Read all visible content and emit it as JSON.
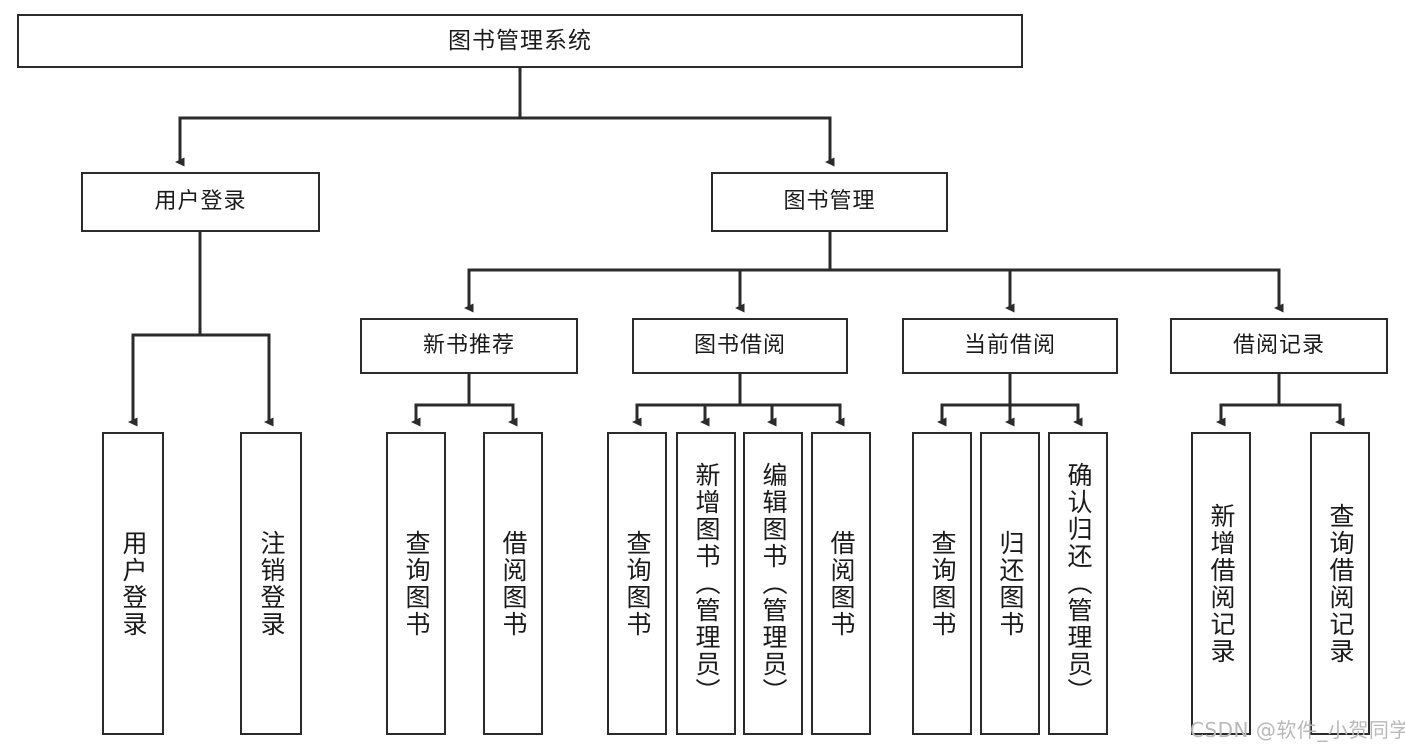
{
  "diagram": {
    "type": "tree-hierarchy",
    "title": "图书管理系统",
    "watermark": "CSDN @软件_小贺同学",
    "colors": {
      "box_border": "#2b2b2b",
      "box_fill": "#ffffff",
      "connector": "#2b2b2b",
      "text": "#1a1a1a",
      "watermark": "#b9b9b9",
      "background": "#ffffff"
    },
    "nodes": {
      "root": {
        "label": "图书管理系统"
      },
      "level2": [
        {
          "label": "用户登录"
        },
        {
          "label": "图书管理"
        }
      ],
      "level3": [
        {
          "label": "新书推荐"
        },
        {
          "label": "图书借阅"
        },
        {
          "label": "当前借阅"
        },
        {
          "label": "借阅记录"
        }
      ],
      "leaves": {
        "user_login": [
          {
            "label": "用户登录"
          },
          {
            "label": "注销登录"
          }
        ],
        "new_book": [
          {
            "label": "查询图书"
          },
          {
            "label": "借阅图书"
          }
        ],
        "book_borrow": [
          {
            "label": "查询图书"
          },
          {
            "label": "新增图书（管理员）"
          },
          {
            "label": "编辑图书（管理员）"
          },
          {
            "label": "借阅图书"
          }
        ],
        "current_borrow": [
          {
            "label": "查询图书"
          },
          {
            "label": "归还图书"
          },
          {
            "label": "确认归还（管理员）"
          }
        ],
        "borrow_record": [
          {
            "label": "新增借阅记录"
          },
          {
            "label": "查询借阅记录"
          }
        ]
      }
    }
  }
}
